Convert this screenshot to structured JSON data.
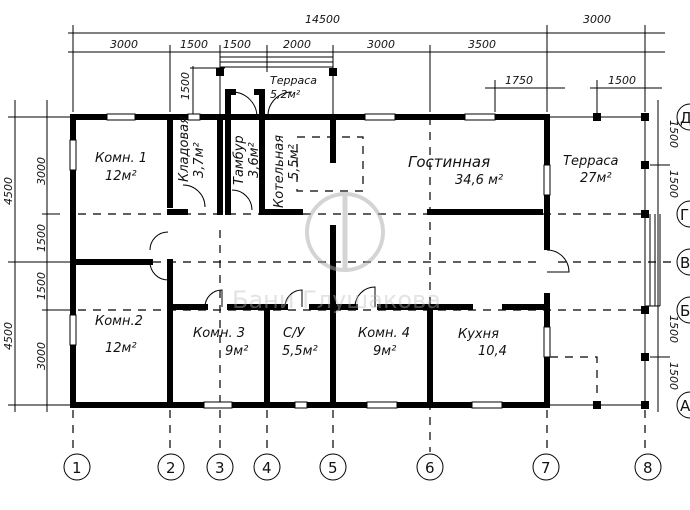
{
  "plan": {
    "dimensions_top": {
      "overall": "14500",
      "terrace": "3000",
      "chain": [
        "3000",
        "1500",
        "1500",
        "2000",
        "3000",
        "3500"
      ],
      "entry_depth": "1500",
      "terrace_offset": "1750",
      "terrace_post": "1500"
    },
    "dimensions_left": {
      "outer": [
        "4500",
        "4500"
      ],
      "inner": [
        "3000",
        "1500",
        "1500",
        "3000"
      ]
    },
    "dimensions_right": [
      "1500",
      "1500",
      "1500",
      "1500"
    ],
    "axes_vertical": [
      "1",
      "2",
      "3",
      "4",
      "5",
      "6",
      "7",
      "8"
    ],
    "axes_horizontal": [
      "Д",
      "Г",
      "В",
      "Б",
      "А"
    ],
    "rooms": {
      "komn1": {
        "name": "Комн. 1",
        "area": "12м²"
      },
      "kladovaya": {
        "name": "Кладовая",
        "area": "3,7м²"
      },
      "tambur": {
        "name": "Тамбур",
        "area": "3,6м²"
      },
      "kotelnaya": {
        "name": "Котельная",
        "area": "5,5м²"
      },
      "terrace_entry": {
        "name": "Терраса",
        "area": "5,2м²"
      },
      "gostinnaya": {
        "name": "Гостинная",
        "area": "34,6 м²"
      },
      "terrace_main": {
        "name": "Терраса",
        "area": "27м²"
      },
      "komn2": {
        "name": "Комн.2",
        "area": "12м²"
      },
      "komn3": {
        "name": "Комн. 3",
        "area": "9м²"
      },
      "su": {
        "name": "С/У",
        "area": "5,5м²"
      },
      "komn4": {
        "name": "Комн. 4",
        "area": "9м²"
      },
      "kuhnya": {
        "name": "Кухня",
        "area": "10,4"
      }
    },
    "watermark": "Бани Глушакова"
  }
}
